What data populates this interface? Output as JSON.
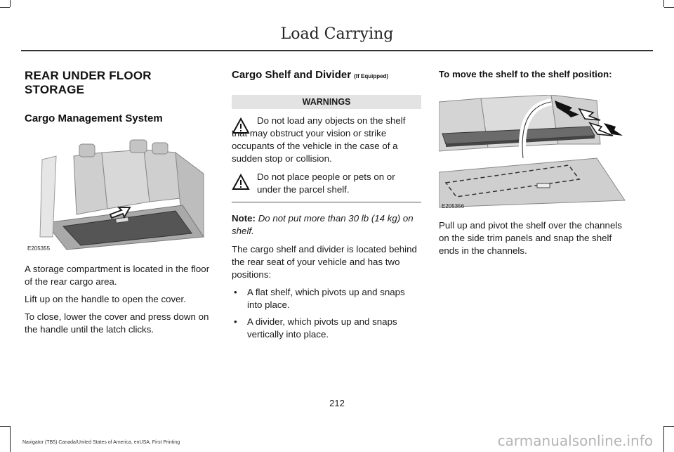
{
  "header": {
    "title": "Load Carrying"
  },
  "left": {
    "section_title": "REAR UNDER FLOOR STORAGE",
    "subsection_title": "Cargo Management System",
    "figure_label": "E205355",
    "paragraphs": [
      "A storage compartment is located in the floor of the rear cargo area.",
      "Lift up on the handle to open the cover.",
      "To close, lower the cover and press down on the handle until the latch clicks."
    ]
  },
  "middle": {
    "subsection_title": "Cargo Shelf and Divider",
    "subsection_suffix": "(If Equipped)",
    "warnings_header": "WARNINGS",
    "warnings": [
      "Do not load any objects on the shelf that may obstruct your vision or strike occupants of the vehicle in the case of a sudden stop or collision.",
      "Do not place people or pets on or under the parcel shelf."
    ],
    "note_label": "Note:",
    "note_text": "Do not put more than 30 lb (14 kg) on shelf.",
    "paragraph": "The cargo shelf and divider is located behind the rear seat of your vehicle and has two positions:",
    "bullets": [
      "A flat shelf, which pivots up and snaps into place.",
      "A divider, which pivots up and snaps vertically into place."
    ]
  },
  "right": {
    "heading": "To move the shelf to the shelf position:",
    "figure_label": "E205356",
    "paragraph": "Pull up and pivot the shelf over the channels on the side trim panels and snap the shelf ends in the channels."
  },
  "footer": {
    "page_number": "212",
    "publication": "Navigator (TB5) Canada/United States of America, enUSA, First Printing",
    "watermark": "carmanualsonline.info"
  }
}
